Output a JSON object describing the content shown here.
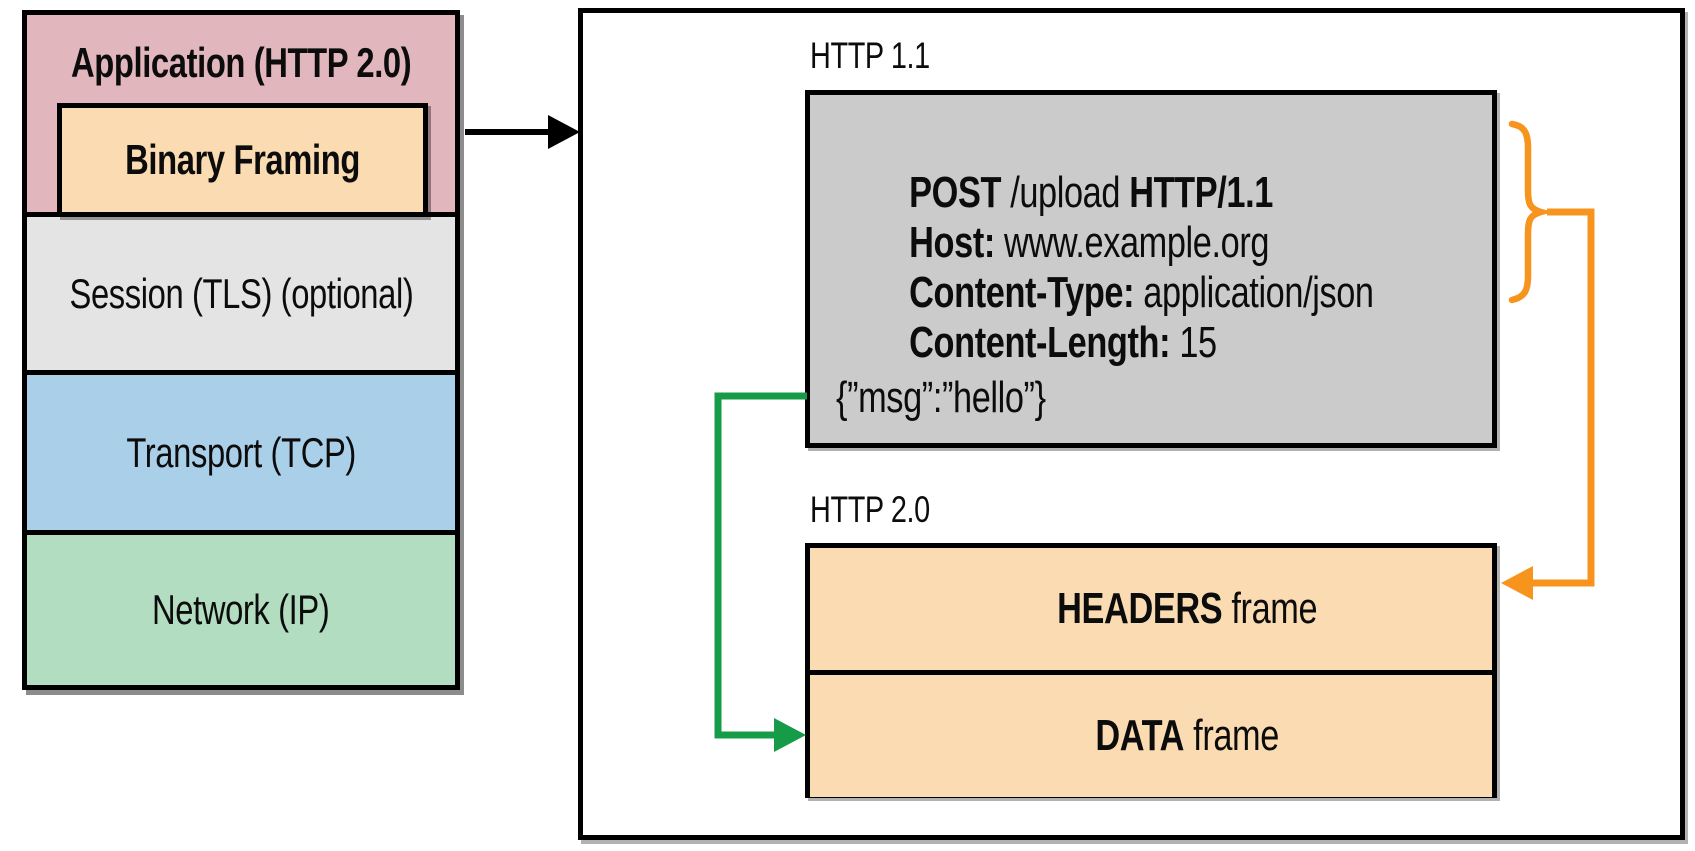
{
  "figure": {
    "stack": {
      "application_label": "Application (HTTP 2.0)",
      "binary_framing_label": "Binary Framing",
      "session_label": "Session (TLS) (optional)",
      "transport_label": "Transport (TCP)",
      "network_label": "Network (IP)"
    },
    "panel": {
      "http11_label": "HTTP 1.1",
      "http2_label": "HTTP 2.0",
      "request": {
        "method": "POST",
        "path": " /upload ",
        "version": "HTTP/1.1",
        "headers": [
          {
            "name": "Host:",
            "value": " www.example.org"
          },
          {
            "name": "Content-Type:",
            "value": " application/json"
          },
          {
            "name": "Content-Length:",
            "value": " 15"
          }
        ],
        "body": "{”msg”:”hello”}"
      },
      "frames": [
        {
          "bold": "HEADERS",
          "rest": " frame"
        },
        {
          "bold": "DATA",
          "rest": " frame"
        }
      ]
    },
    "colors": {
      "application_pink": "#e2b6bd",
      "framing_tan": "#fbdcb2",
      "session_gray": "#e4e4e4",
      "transport_blue": "#aacfe8",
      "network_green": "#b2ddc0",
      "request_gray": "#cbcbcb",
      "arrow_orange": "#f7941e",
      "arrow_green": "#169c49",
      "line_black": "#000000"
    }
  }
}
